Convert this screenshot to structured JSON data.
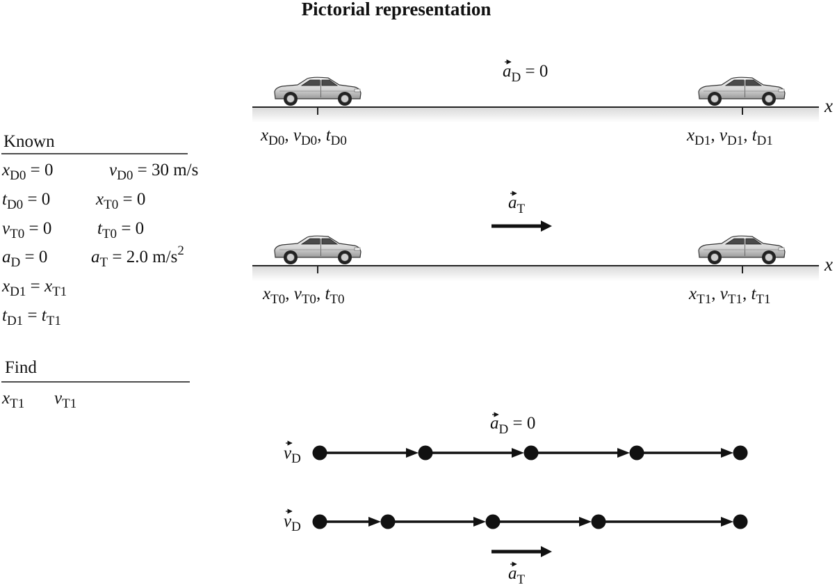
{
  "title": "Pictorial representation",
  "axis_label": "x",
  "car_lanes": [
    {
      "id": "D",
      "accel_label": {
        "symbol": "a",
        "sub": "D",
        "rest": " = 0"
      },
      "start_label": [
        {
          "sym": "x",
          "sub": "D0"
        },
        {
          "sym": "v",
          "sub": "D0"
        },
        {
          "sym": "t",
          "sub": "D0"
        }
      ],
      "end_label": [
        {
          "sym": "x",
          "sub": "D1"
        },
        {
          "sym": "v",
          "sub": "D1"
        },
        {
          "sym": "t",
          "sub": "D1"
        }
      ]
    },
    {
      "id": "T",
      "accel_label": {
        "symbol": "a",
        "sub": "T",
        "rest": ""
      },
      "start_label": [
        {
          "sym": "x",
          "sub": "T0"
        },
        {
          "sym": "v",
          "sub": "T0"
        },
        {
          "sym": "t",
          "sub": "T0"
        }
      ],
      "end_label": [
        {
          "sym": "x",
          "sub": "T1"
        },
        {
          "sym": "v",
          "sub": "T1"
        },
        {
          "sym": "t",
          "sub": "T1"
        }
      ]
    }
  ],
  "known": {
    "heading": "Known",
    "lines": [
      [
        {
          "sym": "x",
          "sub": "D0",
          "rest": " = 0"
        },
        {
          "sym": "v",
          "sub": "D0",
          "rest": " = 30 m/s"
        }
      ],
      [
        {
          "sym": "t",
          "sub": "D0",
          "rest": " = 0"
        },
        {
          "sym": "x",
          "sub": "T0",
          "rest": " = 0"
        }
      ],
      [
        {
          "sym": "v",
          "sub": "T0",
          "rest": " = 0"
        },
        {
          "sym": "t",
          "sub": "T0",
          "rest": " = 0"
        }
      ],
      [
        {
          "sym": "a",
          "sub": "D",
          "rest": " = 0"
        },
        {
          "sym": "a",
          "sub": "T",
          "rest": " = 2.0 m/s",
          "sup": "2"
        }
      ],
      [
        {
          "sym": "x",
          "sub": "D1",
          "rest": " = ",
          "sym2": "x",
          "sub2": "T1"
        }
      ],
      [
        {
          "sym": "t",
          "sub": "D1",
          "rest": " = ",
          "sym2": "t",
          "sub2": "T1"
        }
      ]
    ]
  },
  "find": {
    "heading": "Find",
    "items": [
      {
        "sym": "x",
        "sub": "T1"
      },
      {
        "sym": "v",
        "sub": "T1"
      }
    ]
  },
  "motion_diagrams": [
    {
      "vector_label": {
        "sym": "v",
        "sub": "D"
      },
      "accel_label": {
        "sym": "a",
        "sub": "D",
        "rest": " = 0"
      },
      "dot_count": 5
    },
    {
      "vector_label": {
        "sym": "v",
        "sub": "D"
      },
      "accel_label": {
        "sym": "a",
        "sub": "T",
        "rest": ""
      },
      "dot_count": 5
    }
  ]
}
